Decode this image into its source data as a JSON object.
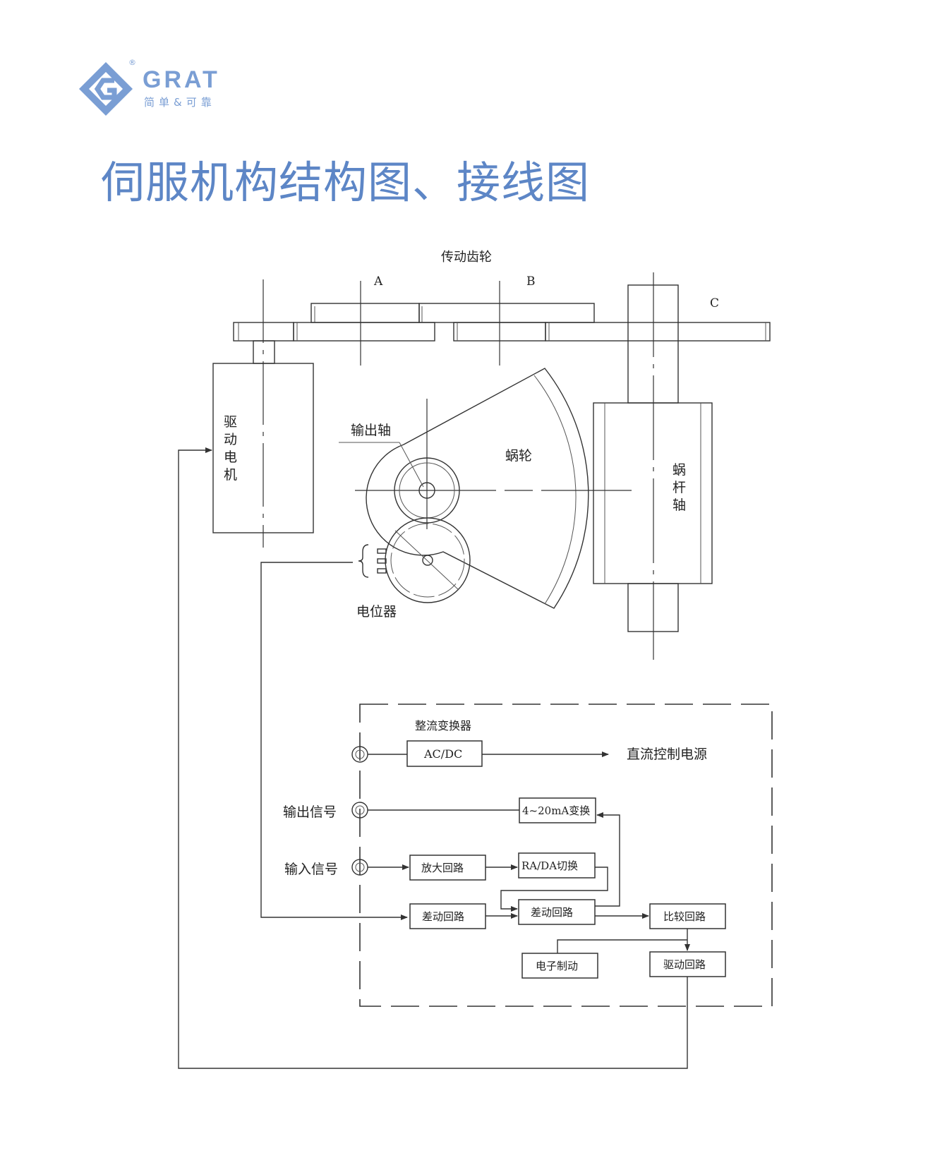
{
  "logo": {
    "brand": "GRAT",
    "slogan": "简单&可靠",
    "registered": "®"
  },
  "page_title": "伺服机构结构图、接线图",
  "mechanism": {
    "gear_label": "传动齿轮",
    "gear_a": "A",
    "gear_b": "B",
    "gear_c": "C",
    "motor": [
      "驱",
      "动",
      "电",
      "机"
    ],
    "output_shaft": "输出轴",
    "worm_wheel": "蜗轮",
    "worm_shaft": [
      "蜗",
      "杆",
      "轴"
    ],
    "potentiometer": "电位器"
  },
  "circuit": {
    "rectifier_label": "整流变换器",
    "acdc": "AC/DC",
    "dc_power": "直流控制电源",
    "output_signal": "输出信号",
    "input_signal": "输入信号",
    "converter": "4~20mA变换",
    "amplifier": "放大回路",
    "ra_da": "RA/DA切换",
    "diff1": "差动回路",
    "diff2": "差动回路",
    "compare": "比较回路",
    "brake": "电子制动",
    "drive": "驱动回路"
  }
}
